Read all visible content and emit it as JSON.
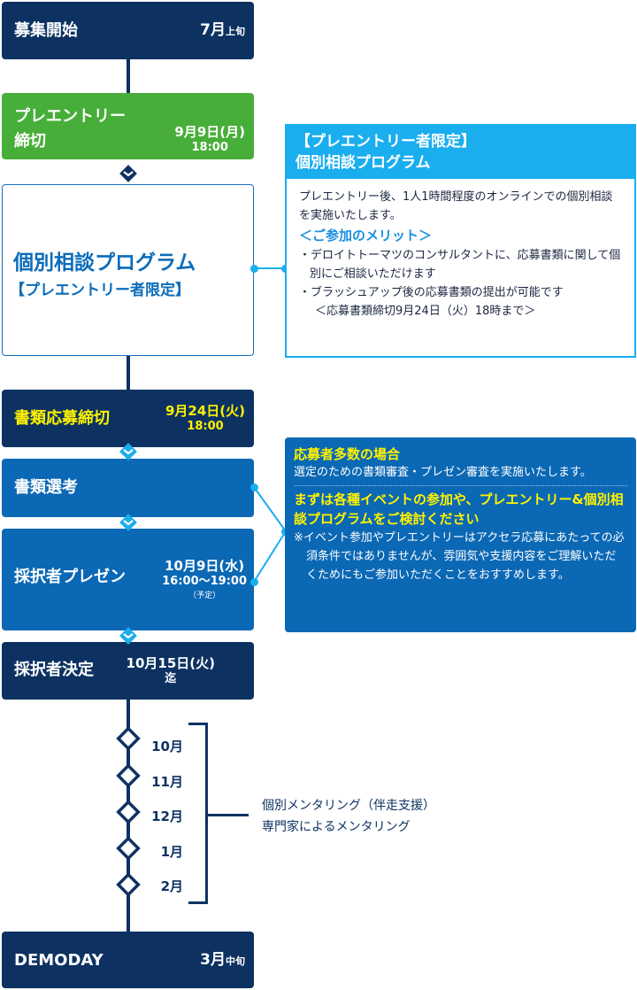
{
  "steps": {
    "recruit": {
      "label": "募集開始",
      "date": "7月",
      "date_suffix": "上旬"
    },
    "preentry": {
      "label_line1": "プレエントリー",
      "label_line2": "締切",
      "date": "9月9日(月)",
      "time": "18:00"
    },
    "consult": {
      "title": "個別相談プログラム",
      "subtitle": "【プレエントリー者限定】"
    },
    "doc_deadline": {
      "label": "書類応募締切",
      "date": "9月24日(火)",
      "time": "18:00"
    },
    "doc_screen": {
      "label": "書類選考"
    },
    "presentation": {
      "label": "採択者プレゼン",
      "date": "10月9日(水)",
      "time": "16:00〜19:00",
      "note": "（予定）"
    },
    "decision": {
      "label": "採択者決定",
      "date": "10月15日(火)",
      "note": "迄"
    },
    "demoday": {
      "label": "DEMODAY",
      "date": "3月",
      "date_suffix": "中旬"
    }
  },
  "months": [
    "10月",
    "11月",
    "12月",
    "1月",
    "2月"
  ],
  "mentoring": {
    "line1": "個別メンタリング（伴走支援）",
    "line2": "専門家によるメンタリング"
  },
  "consult_box": {
    "header1": "【プレエントリー者限定】",
    "header2": "個別相談プログラム",
    "intro": "プレエントリー後、1人1時間程度のオンラインでの個別相談を実施いたします。",
    "merit_title": "＜ご参加のメリット＞",
    "merit1": "・デロイトトーマツのコンサルタントに、応募書類に関して個別にご相談いただけます",
    "merit2": "・ブラッシュアップ後の応募書類の提出が可能です",
    "merit2_note": "＜応募書類締切9月24日（火）18時まで＞"
  },
  "screen_box": {
    "title": "応募者多数の場合",
    "text": "選定のための書類審査・プレゼン審査を実施いたします。",
    "cta": "まずは各種イベントの参加や、プレエントリー&個別相談プログラムをご検討ください",
    "note": "※イベント参加やプレエントリーはアクセラ応募にあたっての必須条件ではありませんが、雰囲気や支援内容をご理解いただくためにもご参加いただくことをおすすめします。"
  },
  "colors": {
    "navy": "#0d3262",
    "blue": "#0b68b5",
    "light_blue": "#1aaeef",
    "green": "#48ae3a",
    "yellow": "#fff200"
  }
}
